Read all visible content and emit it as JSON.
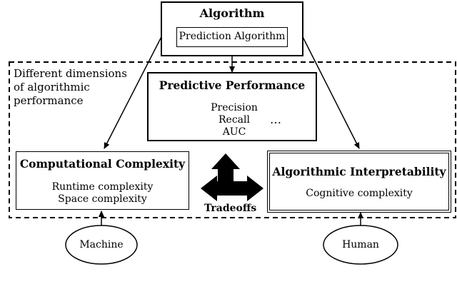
{
  "algorithm": {
    "title": "Algorithm",
    "inner": "Prediction Algorithm"
  },
  "dimensions_label": [
    "Different dimensions",
    "of algorithmic",
    "performance"
  ],
  "predictive": {
    "title": "Predictive Performance",
    "metrics": [
      "Precision",
      "Recall",
      "AUC"
    ],
    "ellipsis": "…"
  },
  "computational": {
    "title": "Computational Complexity",
    "items": [
      "Runtime complexity",
      "Space complexity"
    ]
  },
  "interpretability": {
    "title": "Algorithmic Interpretability",
    "items": [
      "Cognitive complexity"
    ]
  },
  "tradeoffs_label": "Tradeoffs",
  "machine_label": "Machine",
  "human_label": "Human"
}
